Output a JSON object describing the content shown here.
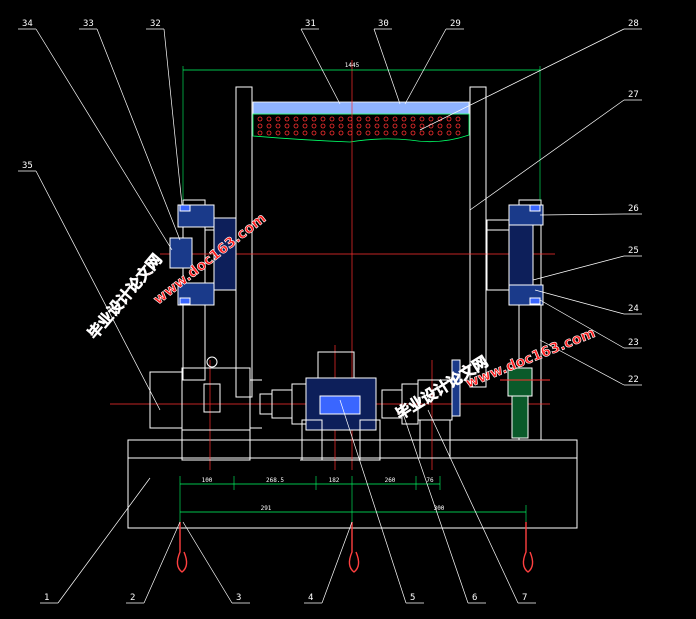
{
  "dimensions": {
    "top": "1445",
    "d1": "100",
    "d2": "268.5",
    "d3": "182",
    "d4": "260",
    "d5": "76",
    "d6": "291",
    "d7": "300"
  },
  "callouts": [
    "1",
    "2",
    "3",
    "4",
    "5",
    "6",
    "7",
    "22",
    "23",
    "24",
    "25",
    "26",
    "27",
    "28",
    "29",
    "30",
    "31",
    "32",
    "33",
    "34",
    "35"
  ],
  "watermarks": {
    "cn": "毕业设计论文网",
    "url": "www.doc163.com"
  },
  "colors": {
    "background": "#000000",
    "line": "#ffffff",
    "centerline": "#ff3030",
    "dimension": "#00ff66",
    "fill_dark_blue": "#0d1f5a",
    "fill_blue": "#1a3a8a",
    "watermark": "#ff2020"
  }
}
